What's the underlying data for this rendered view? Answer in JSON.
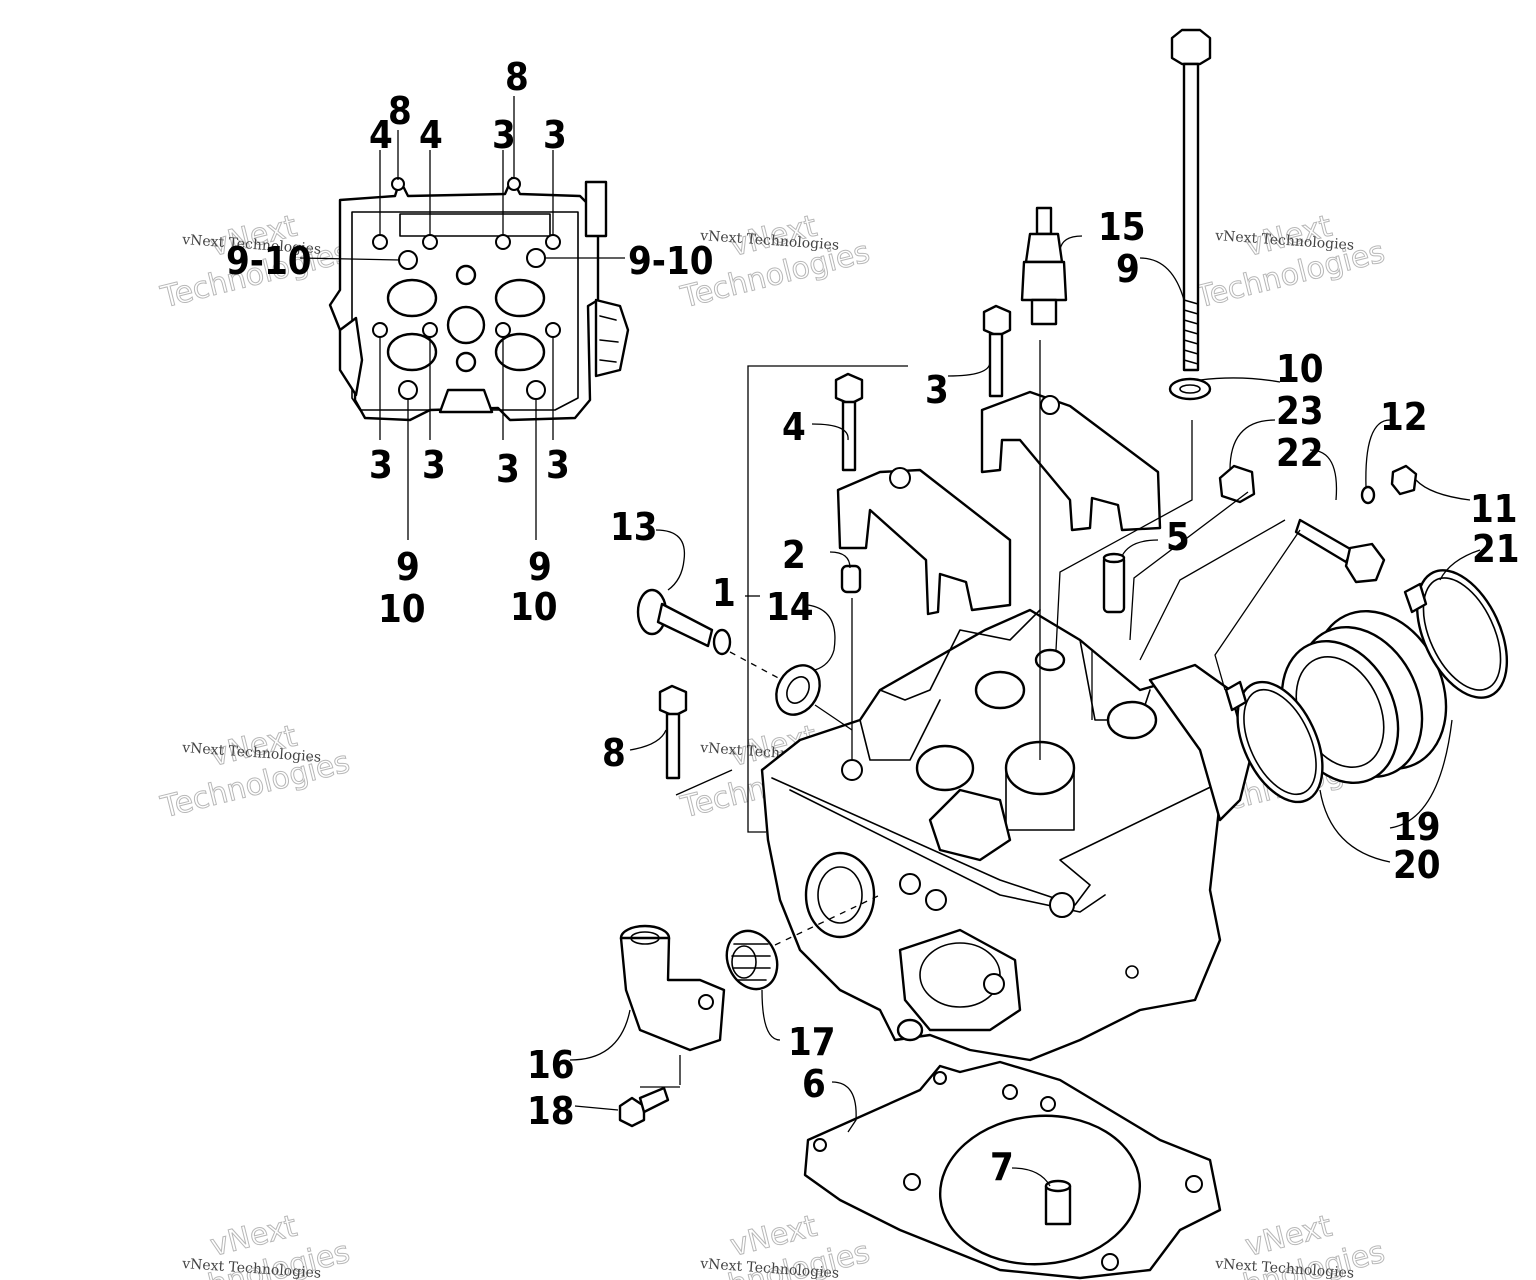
{
  "callouts": {
    "c8a": "8",
    "c8b": "8",
    "c4a": "4",
    "c4b": "4",
    "c3a": "3",
    "c3b": "3",
    "c9_10_left": "9-10",
    "c9_10_right": "9-10",
    "c3c": "3",
    "c3d": "3",
    "c3e": "3",
    "c3f": "3",
    "c9a": "9",
    "c10a": "10",
    "c9b": "9",
    "c10b": "10",
    "c15": "15",
    "c9": "9",
    "c10": "10",
    "c3": "3",
    "c4": "4",
    "c23": "23",
    "c22": "22",
    "c12": "12",
    "c11": "11",
    "c21": "21",
    "c13": "13",
    "c2": "2",
    "c5": "5",
    "c1": "1",
    "c14": "14",
    "c8": "8",
    "c19": "19",
    "c20": "20",
    "c16": "16",
    "c17": "17",
    "c6": "6",
    "c18": "18",
    "c7": "7"
  },
  "watermark": {
    "small_text": "vNext Technologies",
    "line1": "vNext",
    "line2": "Technologies"
  }
}
